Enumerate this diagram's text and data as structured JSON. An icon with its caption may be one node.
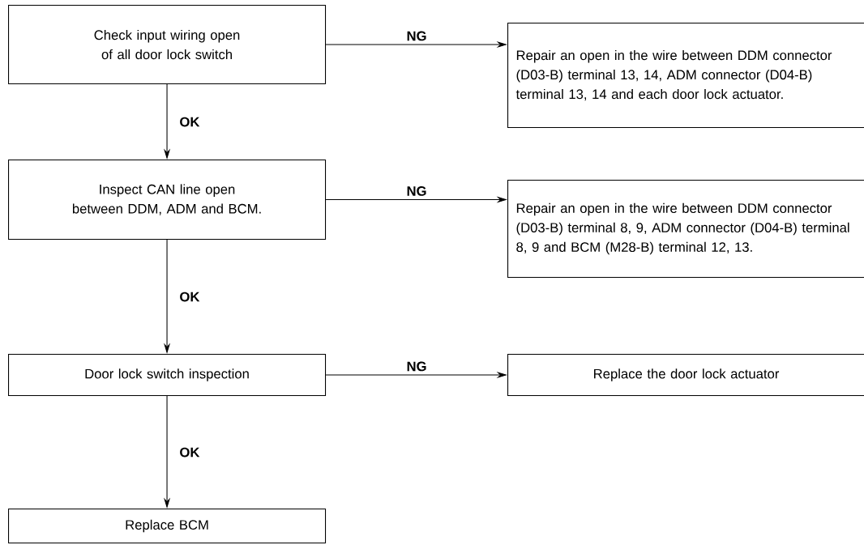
{
  "diagram": {
    "nodes": [
      {
        "text": [
          "Check input wiring open of all door lock switch"
        ]
      },
      {
        "text": [
          "Repair an open in the wire between DDM connector (D03-B) terminal 13, 14, ADM connector (D04-B) terminal 13, 14 and each door lock actuator."
        ]
      },
      {
        "text": [
          "Inspect CAN line open between DDM, ADM and BCM."
        ]
      },
      {
        "text": [
          "Repair an open in the wire between DDM connector (D03-B) terminal 8, 9, ADM connector (D04-B) terminal 8, 9 and BCM (M28-B) terminal 12, 13."
        ]
      },
      {
        "text": [
          "Door lock switch inspection"
        ]
      },
      {
        "text": [
          "Replace the door lock actuator"
        ]
      },
      {
        "text": [
          "Replace BCM"
        ]
      }
    ],
    "edges": [
      {
        "from": 0,
        "to": 1,
        "arrow": "to",
        "label": "NG"
      },
      {
        "from": 0,
        "to": 2,
        "arrow": "to",
        "label": "OK"
      },
      {
        "from": 2,
        "to": 3,
        "arrow": "to",
        "label": "NG"
      },
      {
        "from": 2,
        "to": 4,
        "arrow": "to",
        "label": "OK"
      },
      {
        "from": 4,
        "to": 5,
        "arrow": "to",
        "label": "NG"
      },
      {
        "from": 4,
        "to": 6,
        "arrow": "to",
        "label": "OK"
      }
    ]
  }
}
